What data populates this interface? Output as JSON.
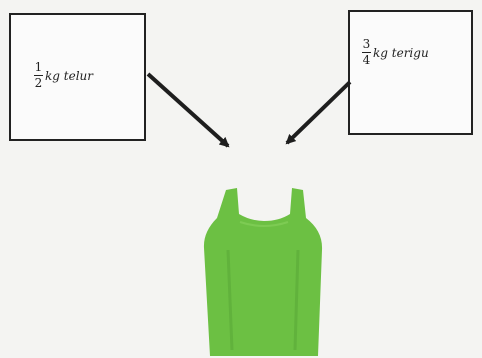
{
  "left_box": {
    "numerator": "1",
    "denominator": "2",
    "text": "kg telur"
  },
  "right_box": {
    "numerator": "3",
    "denominator": "4",
    "text": "kg terigu"
  },
  "bag": {
    "color": "#6cc043",
    "icon": "plastic-bag-icon"
  }
}
